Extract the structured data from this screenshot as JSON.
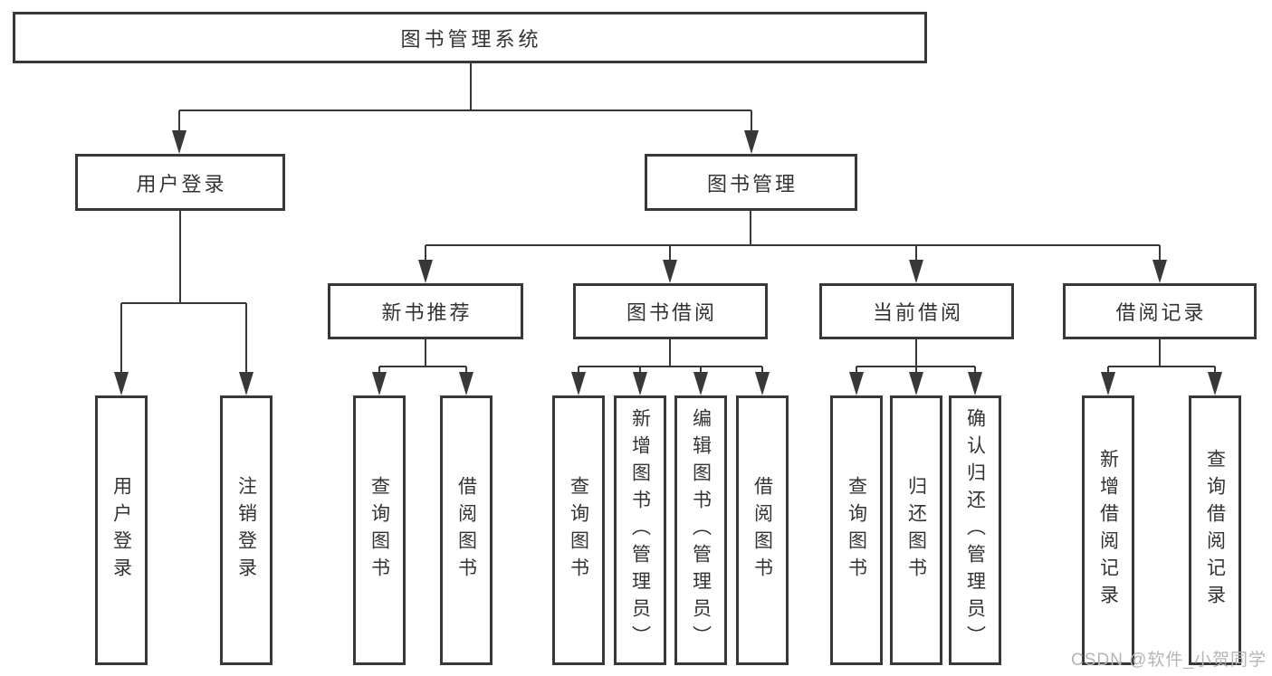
{
  "watermark": "CSDN @软件_小贺同学",
  "colors": {
    "line": "#383838",
    "box_border": "#383838",
    "text": "#333333",
    "background": "#ffffff",
    "watermark": "#b5b5b5"
  },
  "tree": {
    "label": "图书管理系统",
    "children": [
      {
        "label": "用户登录",
        "children": [
          {
            "label": "用户登录"
          },
          {
            "label": "注销登录"
          }
        ]
      },
      {
        "label": "图书管理",
        "children": [
          {
            "label": "新书推荐",
            "children": [
              {
                "label": "查询图书"
              },
              {
                "label": "借阅图书"
              }
            ]
          },
          {
            "label": "图书借阅",
            "children": [
              {
                "label": "查询图书"
              },
              {
                "label": "新增图书（管理员）"
              },
              {
                "label": "编辑图书（管理员）"
              },
              {
                "label": "借阅图书"
              }
            ]
          },
          {
            "label": "当前借阅",
            "children": [
              {
                "label": "查询图书"
              },
              {
                "label": "归还图书"
              },
              {
                "label": "确认归还（管理员）"
              }
            ]
          },
          {
            "label": "借阅记录",
            "children": [
              {
                "label": "新增借阅记录"
              },
              {
                "label": "查询借阅记录"
              }
            ]
          }
        ]
      }
    ]
  }
}
